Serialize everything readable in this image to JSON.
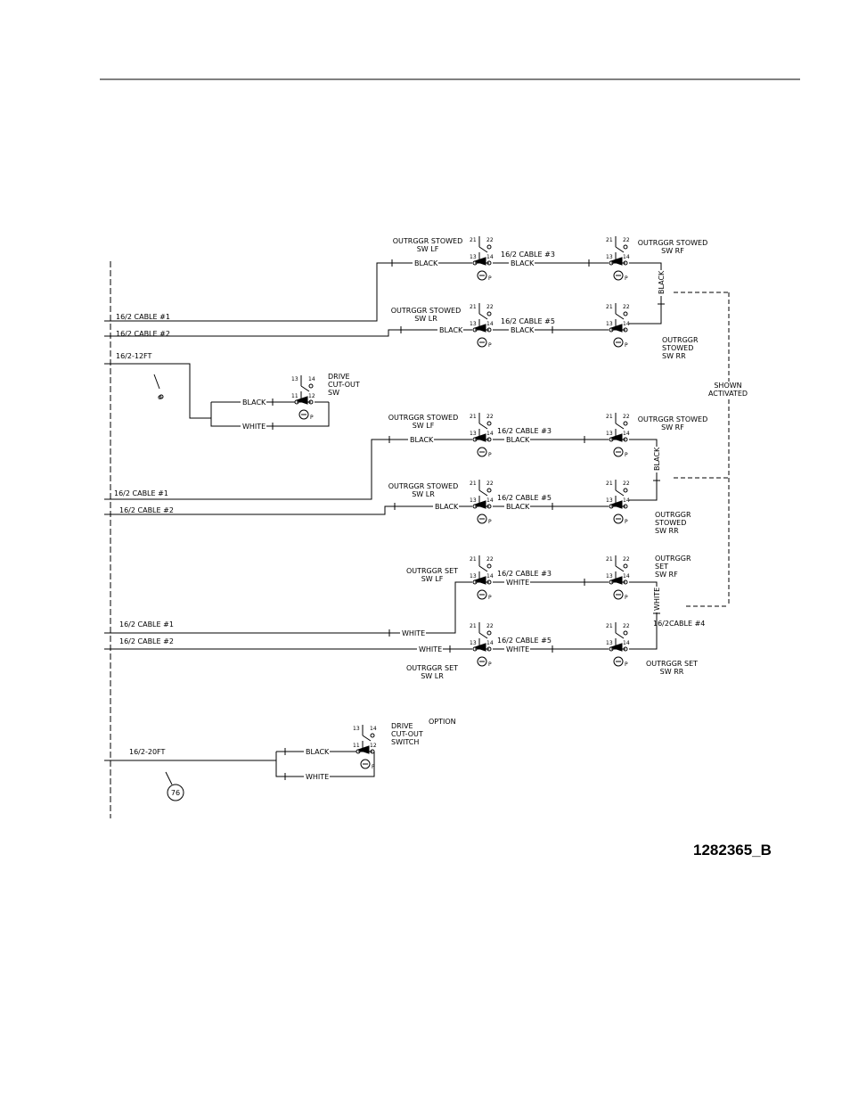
{
  "drawing_id": "1282365_B",
  "colors": {
    "line": "#000000",
    "background": "#ffffff"
  },
  "labels": {
    "outrggr_stowed_sw_lf": "OUTRGGR STOWED\nSW LF",
    "outrggr_stowed_sw_rf": "OUTRGGR STOWED\nSW RF",
    "outrggr_stowed_sw_lr": "OUTRGGR STOWED\nSW LR",
    "outrggr_stowed_sw_rr": "OUTRGGR\nSTOWED\nSW RR",
    "outrggr_set_sw_lf": "OUTRGGR SET\nSW LF",
    "outrggr_set_sw_rf": "OUTRGGR\nSET\nSW RF",
    "outrggr_set_sw_lr": "OUTRGGR SET\nSW LR",
    "outrggr_set_sw_rr": "OUTRGGR SET\nSW RR",
    "drive_cutout_sw": "DRIVE\nCUT-OUT\nSW",
    "drive_cutout_switch": "DRIVE\nCUT-OUT\nSWITCH",
    "option": "OPTION",
    "shown_activated": "SHOWN\nACTIVATED",
    "cable1": "16/2 CABLE #1",
    "cable2": "16/2 CABLE #2",
    "cable3": "16/2 CABLE #3",
    "cable5": "16/2 CABLE #5",
    "cable4": "16/2CABLE #4",
    "cable_12ft": "16/2-12FT",
    "cable_20ft": "16/2-20FT",
    "black": "BLACK",
    "white": "WHITE",
    "callout_76": "76",
    "callout_o": "o",
    "t13": "13",
    "t14": "14",
    "t21": "21",
    "t22": "22",
    "t11": "11",
    "t12": "12",
    "p": "P"
  }
}
